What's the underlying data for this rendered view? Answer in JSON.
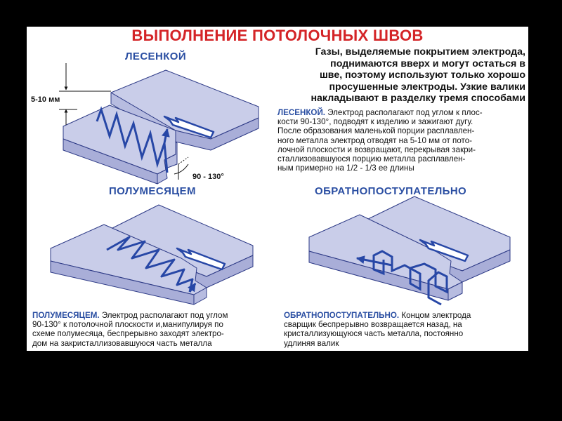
{
  "title": "ВЫПОЛНЕНИЕ ПОТОЛОЧНЫХ ШВОВ",
  "intro_lines": [
    "Газы, выделяемые покрытием электрода,",
    "поднимаются вверх и могут остаться в",
    "шве, поэтому используют только хорошо",
    "просушенные электроды. Узкие валики",
    "накладывают в разделку тремя способами"
  ],
  "methods": {
    "ladder": {
      "heading": "ЛЕСЕНКОЙ",
      "lead": "ЛЕСЕНКОЙ.",
      "lines": [
        " Электрод располагают под углом к плос-",
        "кости 90-130°,   подводят к изделию и зажигают дугу.",
        "После образования маленькой порции расплавлен-",
        "ного металла электрод отводят на 5-10 мм от пото-",
        "лочной плоскости и возвращают, перекрывая закри-",
        "сталлизовавшуюся порцию металла расплавлен-",
        "ным примерно на 1/2 - 1/3 ее длины"
      ],
      "dim_offset": "5-10 мм",
      "dim_angle": "90 - 130°"
    },
    "crescent": {
      "heading": "ПОЛУМЕСЯЦЕМ",
      "lead": "ПОЛУМЕСЯЦЕМ.",
      "lines": [
        " Электрод располагают под углом",
        "90-130° к потолочной плоскости и,манипулируя по",
        "схеме полумесяца, беспрерывно заходят электро-",
        "дом на закристаллизовавшуюся часть металла"
      ]
    },
    "reciprocating": {
      "heading": "ОБРАТНОПОСТУПАТЕЛЬНО",
      "lead": "ОБРАТНОПОСТУПАТЕЛЬНО.",
      "lines": [
        " Концом электрода",
        "сварщик беспрерывно возвращается назад, на",
        "кристаллизующуюся часть металла, постоянно",
        "удлиняя валик"
      ]
    }
  },
  "colors": {
    "title": "#d42427",
    "accent_blue": "#2a4ea2",
    "plate_top": "#c9cde9",
    "plate_side": "#a9aed8",
    "plate_edge": "#2d3a86",
    "path": "#2747a6"
  }
}
